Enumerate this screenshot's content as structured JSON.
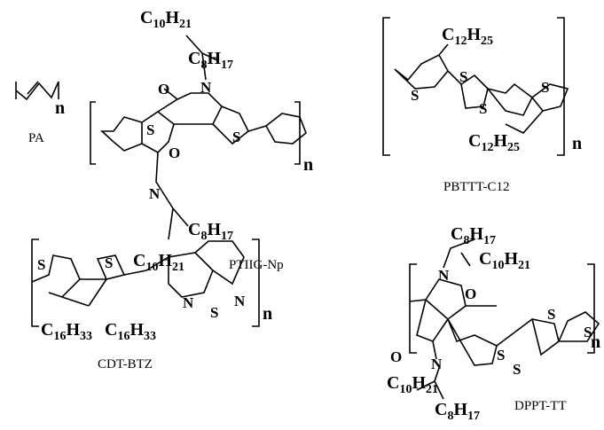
{
  "molecules": {
    "pa": {
      "name": "PA",
      "repeat": "n"
    },
    "ptiig": {
      "name": "PTIIG-Np",
      "repeat": "n",
      "atoms": {
        "o": "O",
        "n": "N",
        "s": "S"
      },
      "c10h21": [
        "C",
        "10",
        "H",
        "21"
      ],
      "c8h17": [
        "C",
        "8",
        "H",
        "17"
      ]
    },
    "pbttt": {
      "name": "PBTTT-C12",
      "repeat": "n",
      "atoms": {
        "s": "S"
      },
      "c12h25": [
        "C",
        "12",
        "H",
        "25"
      ]
    },
    "cdtbtz": {
      "name": "CDT-BTZ",
      "repeat": "n",
      "atoms": {
        "s": "S",
        "n": "N"
      },
      "c16h33": [
        "C",
        "16",
        "H",
        "33"
      ]
    },
    "dppt": {
      "name": "DPPT-TT",
      "repeat": "n",
      "atoms": {
        "o": "O",
        "n": "N",
        "s": "S"
      },
      "c10h21": [
        "C",
        "10",
        "H",
        "21"
      ],
      "c8h17": [
        "C",
        "8",
        "H",
        "17"
      ]
    }
  }
}
